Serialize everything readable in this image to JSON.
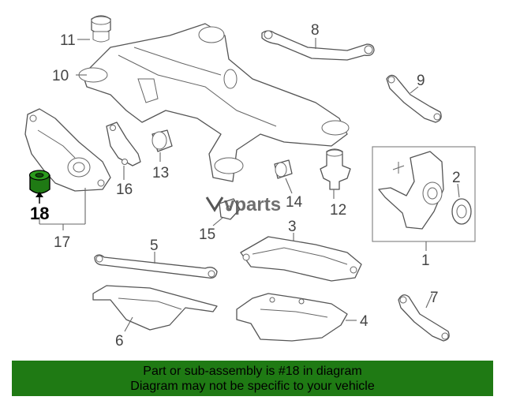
{
  "diagram": {
    "callouts": [
      "1",
      "2",
      "3",
      "4",
      "5",
      "6",
      "7",
      "8",
      "9",
      "10",
      "11",
      "12",
      "13",
      "14",
      "15",
      "16",
      "17",
      "18"
    ],
    "highlighted_part": "18",
    "highlight_color": "#1f7a14",
    "watermark": "vparts"
  },
  "banner": {
    "line1": "Part or sub-assembly is #18 in diagram",
    "line2": "Diagram may not be specific to your vehicle",
    "background": "#1f7a14"
  }
}
